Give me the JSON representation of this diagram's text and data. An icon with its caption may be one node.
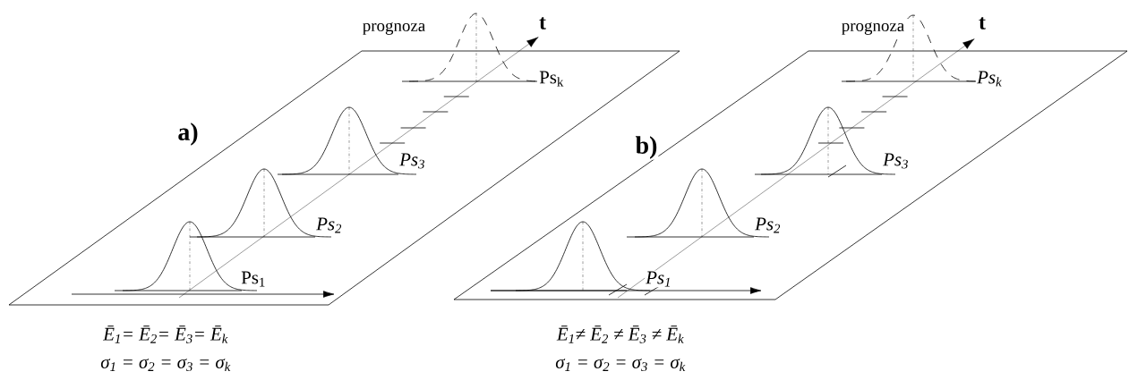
{
  "diagram": {
    "labels": [
      "prognoza",
      "t",
      "Ps$_{k}$",
      "a)",
      "Ps$_{3}$",
      "Ps$_{2}$",
      "Ps$_{1}$",
      "Ē$_{1}$= Ē$_{2}$= Ē$_{3}$= Ē$_{k}$",
      "σ$_{1}$ = σ$_{2}$ = σ$_{3}$ = σ$_{k}$",
      "prognoza",
      "t",
      "Ps$_{k}$",
      "b)",
      "Ps$_{3}$",
      "Ps$_{2}$",
      "Ps$_{1}$",
      "Ē$_{1}$≠ Ē$_{2}$ ≠ Ē$_{3}$ ≠ Ē$_{k}$",
      "σ$_{1}$ = σ$_{2}$ = σ$_{3}$ = σ$_{k}$"
    ]
  }
}
